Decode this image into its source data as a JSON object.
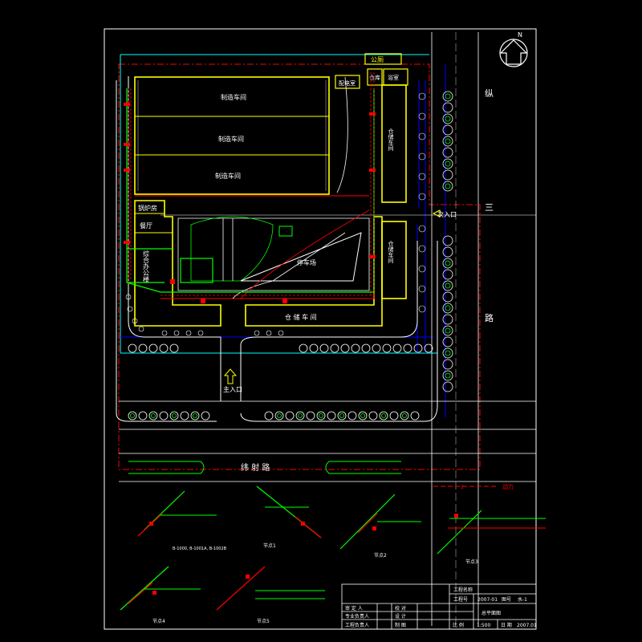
{
  "colors": {
    "background": "#000000",
    "frame": "#ffffff",
    "building": "#ffff00",
    "road": "#ffffff",
    "boundary": "#ff0000",
    "pipe_green": "#00ff00",
    "pipe_red": "#ff0000",
    "fence": "#00ffff",
    "tree": "#ffffff",
    "blue_line": "#0000ff"
  },
  "plan": {
    "north_label": "N",
    "buildings": {
      "manufacturing_1": "制造车间",
      "manufacturing_2": "制造车间",
      "manufacturing_3": "制造车间",
      "distribution_room": "配电室",
      "warehouse_small": "仓库",
      "bath": "浴室",
      "restroom": "公厕",
      "storage_north": "仓储车间",
      "storage_east": "仓储车间",
      "storage_south": "仓 储 车 间",
      "boiler": "锅炉房",
      "canteen": "餐厅",
      "office": "综合办公楼",
      "garage": "停车场"
    },
    "roads": {
      "east_road_1": "纵",
      "east_road_2": "三",
      "east_road_3": "路",
      "south_road": "纬  射  路"
    },
    "entrances": {
      "main": "主入口",
      "secondary": "次入口"
    },
    "legend": {
      "label": "动力"
    }
  },
  "details": [
    {
      "caption": "B-1000, B-1001A, B-1002B"
    },
    {
      "caption": "节点1"
    },
    {
      "caption": "节点2"
    },
    {
      "caption": "节点3"
    },
    {
      "caption": "节点4"
    },
    {
      "caption": "节点5"
    }
  ],
  "title_block": {
    "project_label": "工程名称",
    "project_no_label": "工程号",
    "project_no": "2007-01",
    "sheet_label": "图号",
    "sheet_no": "水-1",
    "row1_left": "审 定 人",
    "row2_left": "专业负责人",
    "row3_left": "工程负责人",
    "row1_mid": "校 对",
    "row2_mid": "设 计",
    "row3_mid": "制 图",
    "drawing_title": "总平面图",
    "scale_label": "比 例",
    "scale": "1:500",
    "date_label": "日 期",
    "date": "2007.01"
  }
}
